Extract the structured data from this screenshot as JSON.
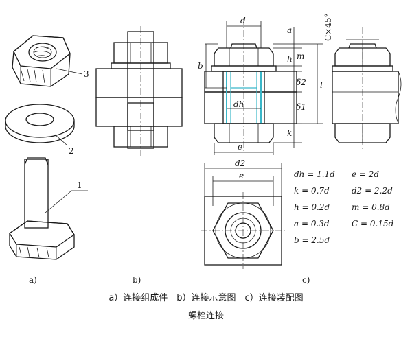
{
  "figure": {
    "part_labels": {
      "nut": "3",
      "washer": "2",
      "bolt": "1"
    },
    "panel_labels": {
      "a": "a)",
      "b": "b)",
      "c": "c)"
    },
    "dimension_labels": {
      "d": "d",
      "a": "a",
      "b": "b",
      "h": "h",
      "m": "m",
      "delta2": "δ2",
      "delta1": "δ1",
      "l": "l",
      "dh": "dh",
      "k": "k",
      "e": "e",
      "d2": "d2",
      "chamfer": "C×45°"
    },
    "formulas": [
      {
        "left": "dh = 1.1d",
        "right": "e = 2d"
      },
      {
        "left": "k = 0.7d",
        "right": "d2 = 2.2d"
      },
      {
        "left": "h = 0.2d",
        "right": "m = 0.8d"
      },
      {
        "left": "a = 0.3d",
        "right": "C = 0.15d"
      },
      {
        "left": "b = 2.5d",
        "right": ""
      }
    ],
    "caption_parts": "a）连接组成件　b）连接示意图　c）连接装配图",
    "title": "螺栓连接"
  },
  "colors": {
    "line": "#1a1a1a",
    "hole_highlight": "#3ab7c9",
    "background": "#ffffff"
  }
}
